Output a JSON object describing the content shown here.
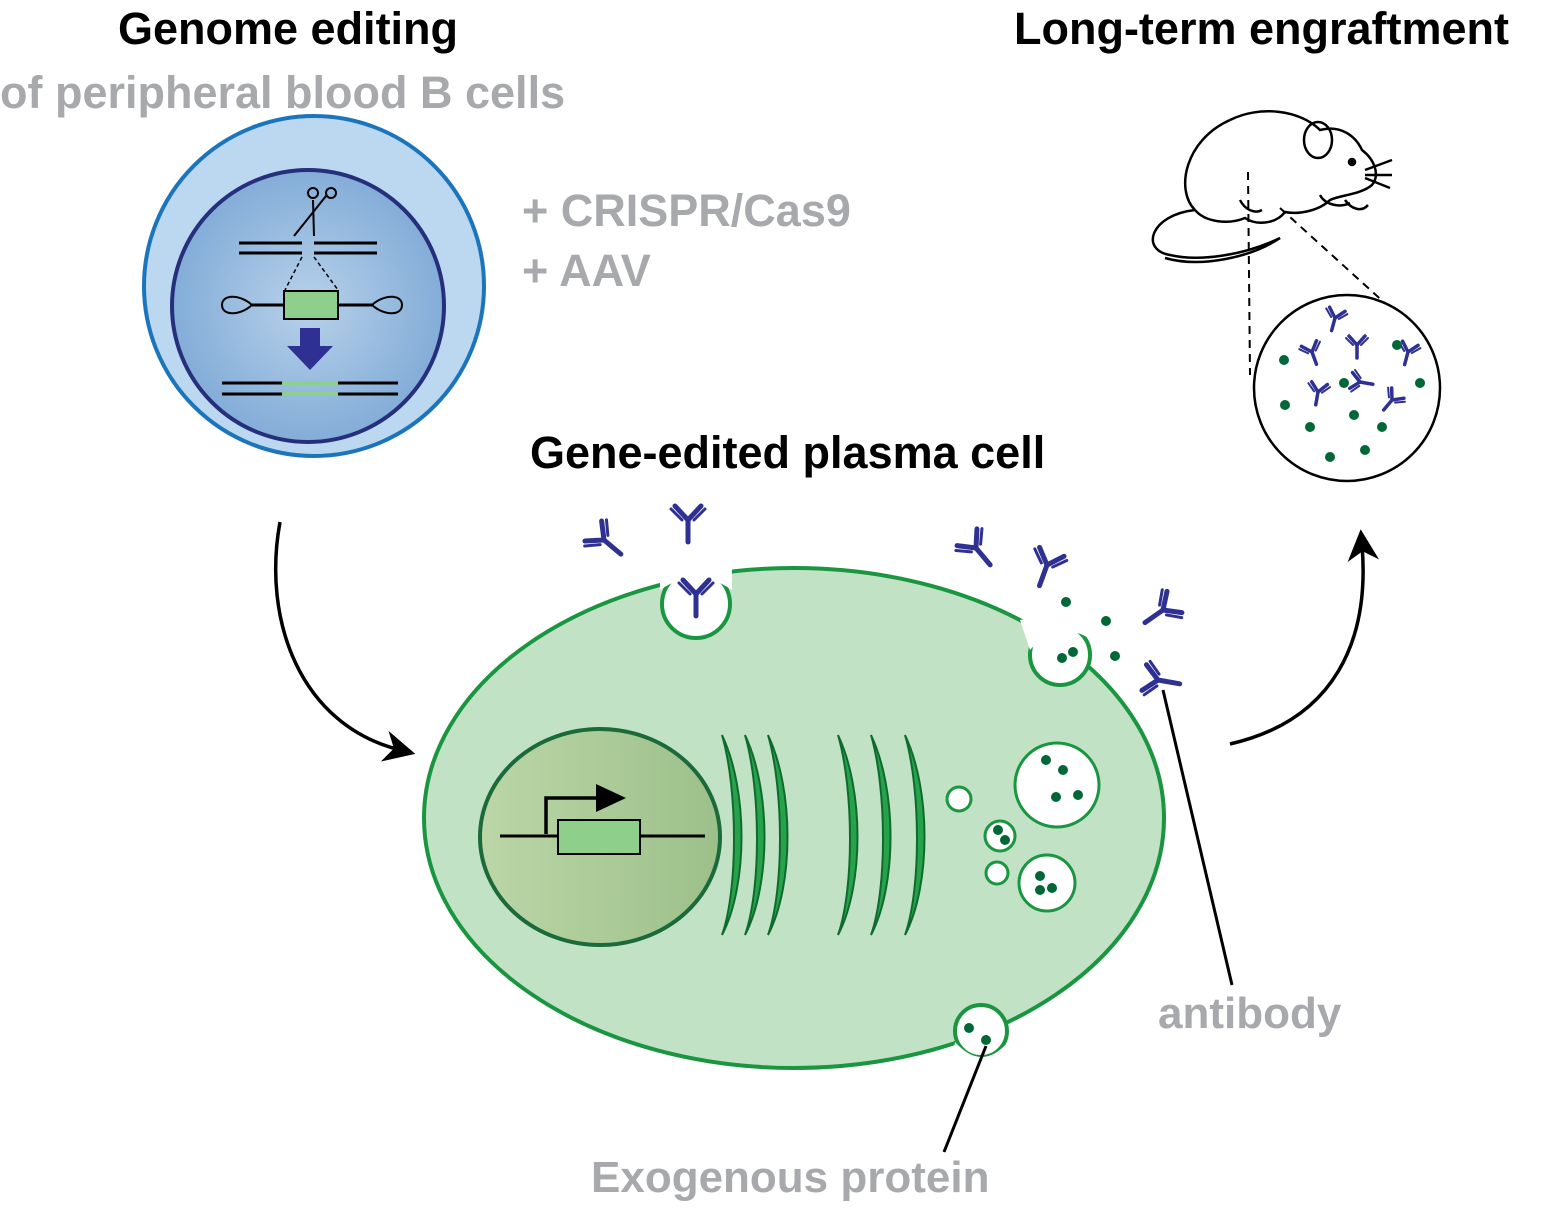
{
  "colors": {
    "antibody": "#2e3192",
    "protein_dot": "#006837",
    "plasma_cell_fill": "#c2e2c6",
    "plasma_cell_stroke": "#1a9641",
    "b_cell_fill": "#bcd7f0",
    "b_cell_stroke": "#1b75bc",
    "nucleus_stroke": "#262f7c",
    "gene_box": "#8fcf8c",
    "label_gray": "#a7a9ac"
  },
  "labels": {
    "genome_editing_title": "Genome editing",
    "genome_editing_subtitle": "of peripheral blood B cells",
    "crispr": "+ CRISPR/Cas9",
    "aav": "+ AAV",
    "plasma_cell_title": "Gene-edited plasma cell",
    "engraftment_title": "Long-term engraftment",
    "antibody": "antibody",
    "exogenous_protein": "Exogenous protein"
  },
  "icons": [
    "scissors-icon",
    "down-arrow-icon",
    "promoter-arrow-icon",
    "mouse-icon",
    "antibody-icon"
  ]
}
